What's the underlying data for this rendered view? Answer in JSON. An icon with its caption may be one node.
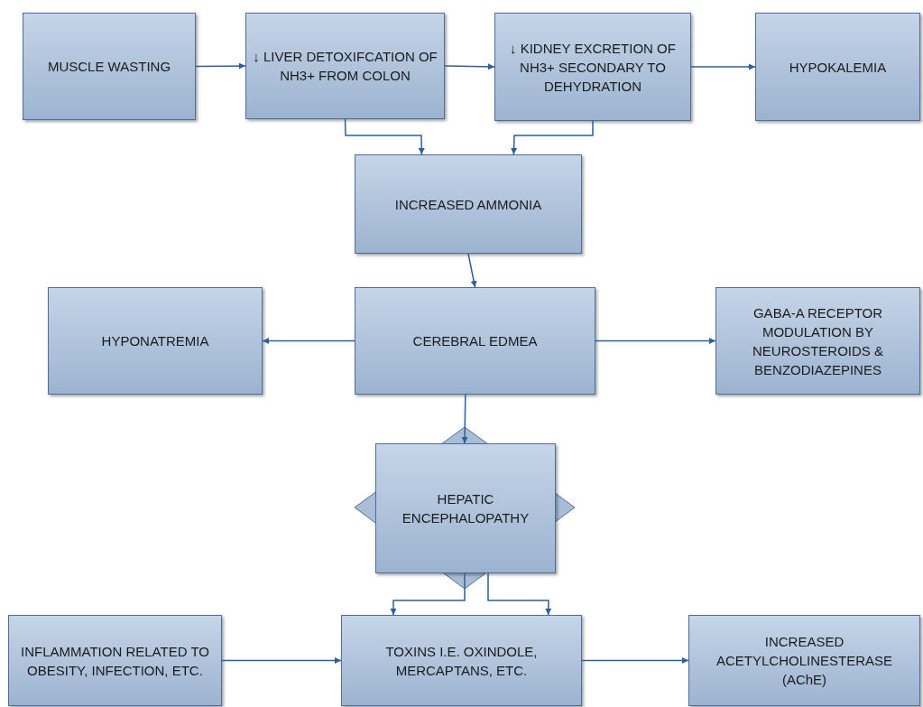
{
  "diagram": {
    "nodes": [
      {
        "text": [
          "MUSCLE WASTING"
        ]
      },
      {
        "text": [
          "↓ LIVER DETOXIFCATION OF NH3+ FROM COLON"
        ]
      },
      {
        "text": [
          "↓ KIDNEY EXCRETION OF NH3+ SECONDARY TO DEHYDRATION"
        ]
      },
      {
        "text": [
          "HYPOKALEMIA"
        ]
      },
      {
        "text": [
          "INCREASED AMMONIA"
        ]
      },
      {
        "text": [
          "HYPONATREMIA"
        ]
      },
      {
        "text": [
          "CEREBRAL EDMEA"
        ]
      },
      {
        "text": [
          "GABA-A RECEPTOR MODULATION BY NEUROSTEROIDS & BENZODIAZEPINES"
        ]
      },
      {
        "text": [
          "HEPATIC ENCEPHALOPATHY"
        ]
      },
      {
        "text": [
          "INFLAMMATION RELATED TO OBESITY, INFECTION, ETC."
        ]
      },
      {
        "text": [
          "TOXINS I.E. OXINDOLE, MERCAPTANS, ETC."
        ]
      },
      {
        "text": [
          "INCREASED ACETYLCHOLINESTERASE (AChE)"
        ]
      }
    ],
    "edges": [
      {
        "from": 0,
        "to": 1,
        "arrow": "to"
      },
      {
        "from": 1,
        "to": 2,
        "arrow": "to"
      },
      {
        "from": 2,
        "to": 3,
        "arrow": "to"
      },
      {
        "from": 1,
        "to": 4,
        "arrow": "to"
      },
      {
        "from": 2,
        "to": 4,
        "arrow": "to"
      },
      {
        "from": 4,
        "to": 6,
        "arrow": "to"
      },
      {
        "from": 6,
        "to": 5,
        "arrow": "to"
      },
      {
        "from": 6,
        "to": 7,
        "arrow": "to"
      },
      {
        "from": 6,
        "to": 8,
        "arrow": "to"
      },
      {
        "from": 8,
        "to": 10,
        "arrow": "to"
      },
      {
        "from": 8,
        "to": 10,
        "arrow": "to"
      },
      {
        "from": 9,
        "to": 10,
        "arrow": "to"
      },
      {
        "from": 10,
        "to": 11,
        "arrow": "to"
      }
    ]
  }
}
